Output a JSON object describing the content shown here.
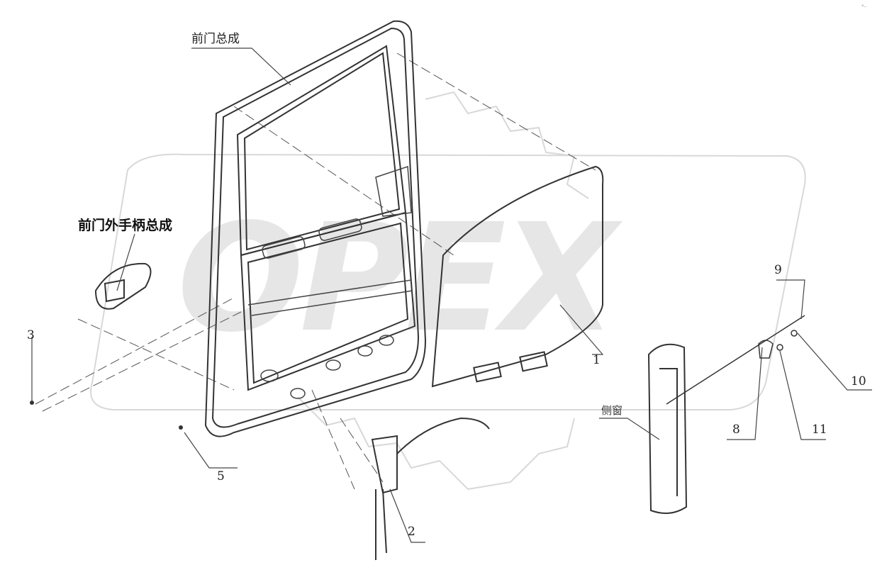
{
  "watermark": {
    "text": "OPEX"
  },
  "corner_mark": "°··",
  "labels": {
    "front_door_assembly": "前门总成",
    "front_door_outer_handle_assembly": "前门外手柄总成",
    "side_window": "侧窗",
    "callouts": {
      "c1": "1",
      "c2": "2",
      "c3": "3",
      "c5": "5",
      "c8": "8",
      "c9": "9",
      "c10": "10",
      "c11": "11"
    }
  },
  "colors": {
    "line": "#333333",
    "watermark": "#e6e6e6",
    "background": "#ffffff"
  }
}
